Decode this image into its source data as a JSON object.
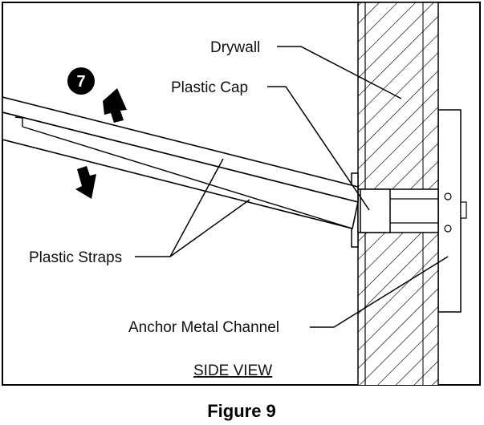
{
  "labels": {
    "drywall": "Drywall",
    "plastic_cap": "Plastic Cap",
    "plastic_straps": "Plastic Straps",
    "anchor_metal_channel": "Anchor Metal Channel",
    "side_view": "SIDE VIEW"
  },
  "step_number": "7",
  "caption": "Figure 9",
  "colors": {
    "line": "#000000",
    "background": "#ffffff",
    "badge": "#000000"
  },
  "icons": [
    "up-arrow-icon",
    "down-arrow-icon",
    "step-number-badge"
  ]
}
